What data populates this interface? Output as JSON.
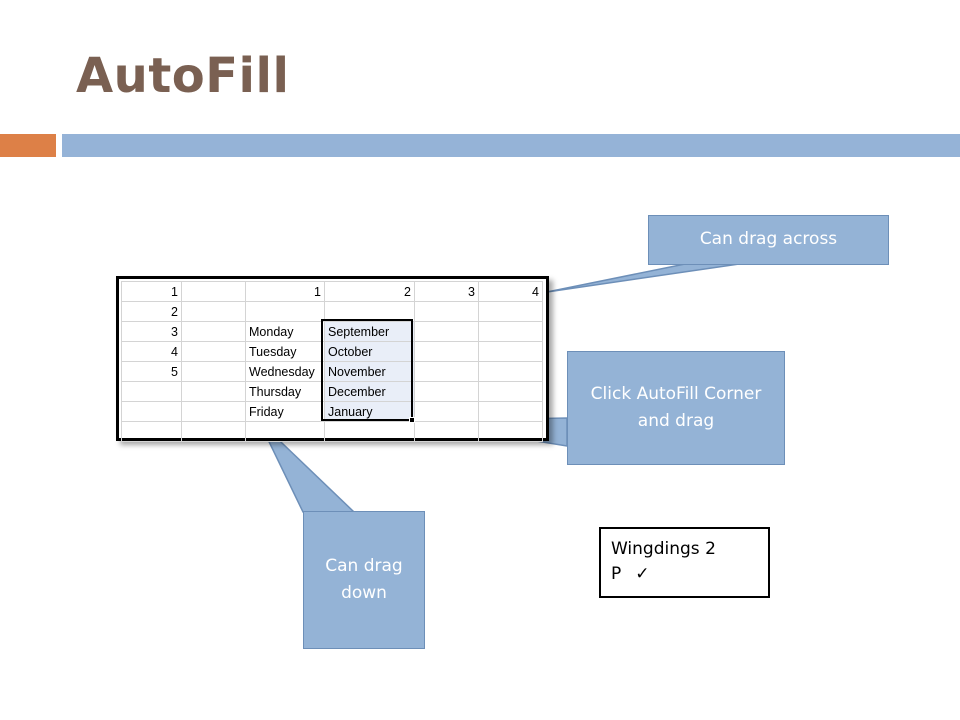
{
  "slide": {
    "title": "AutoFill"
  },
  "spreadsheet": {
    "rows": [
      [
        "1",
        "",
        "1",
        "2",
        "3",
        "4"
      ],
      [
        "2",
        "",
        "",
        "",
        "",
        ""
      ],
      [
        "3",
        "",
        "Monday",
        "September",
        "",
        ""
      ],
      [
        "4",
        "",
        "Tuesday",
        "October",
        "",
        ""
      ],
      [
        "5",
        "",
        "Wednesday",
        "November",
        "",
        ""
      ],
      [
        "",
        "",
        "Thursday",
        "December",
        "",
        ""
      ],
      [
        "",
        "",
        "Friday",
        "January",
        "",
        ""
      ],
      [
        "",
        "",
        "",
        "",
        "",
        ""
      ]
    ]
  },
  "callouts": {
    "across": "Can drag across",
    "corner": "Click AutoFill Corner and drag",
    "down": "Can drag down"
  },
  "note": {
    "line1": "Wingdings 2",
    "letter": "P",
    "symbol": "✓"
  },
  "colors": {
    "title": "#7a6052",
    "accent_orange": "#dd8047",
    "accent_blue": "#95b3d7",
    "callout_fill": "#94b3d6"
  }
}
